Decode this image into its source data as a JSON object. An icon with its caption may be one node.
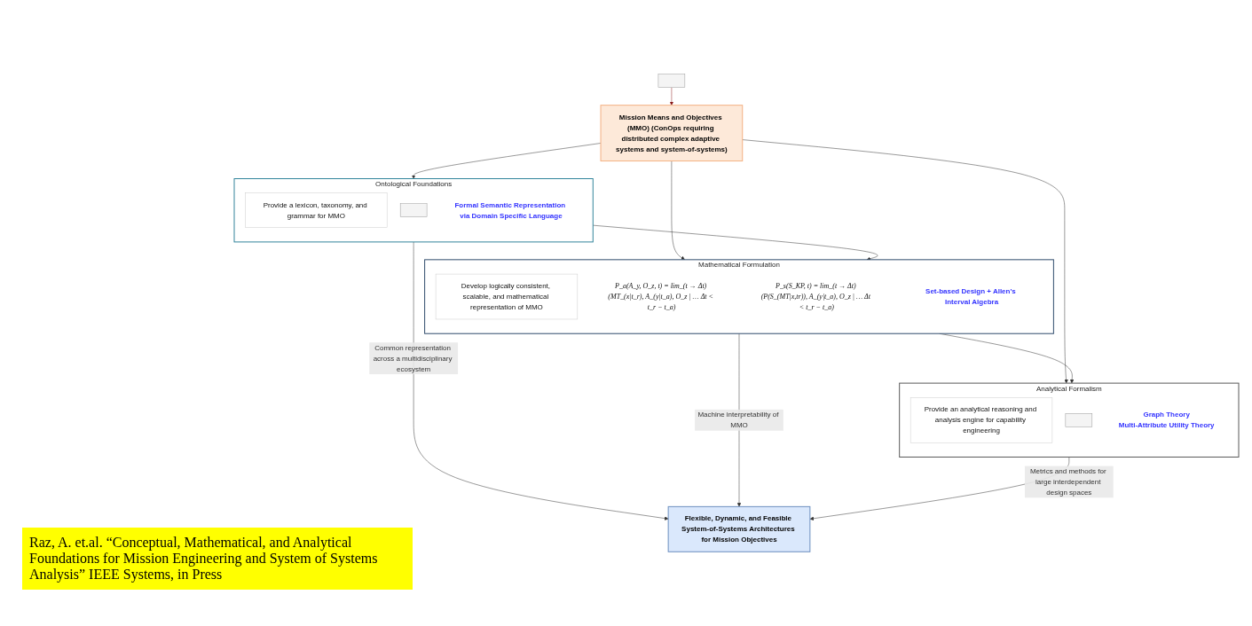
{
  "diagram": {
    "nodes": [
      {
        "text": [],
        "shape": "box"
      },
      {
        "text": [
          "Mission Means and Objectives (MMO) (ConOps requiring distributed complex adaptive systems and system-of-systems)"
        ]
      },
      {
        "text": [
          "Ontological Foundations"
        ]
      },
      {
        "text": [
          "Provide a lexicon, taxonomy, and grammar for MMO"
        ],
        "in": 2
      },
      {
        "text": [],
        "shape": "box",
        "in": 2
      },
      {
        "text": [
          "Formal Semantic Representation via Domain Specific Language"
        ],
        "in": 2
      },
      {
        "text": [
          "Mathematical Formulation"
        ]
      },
      {
        "text": [
          "Develop logically consistent, scalable, and mathematical representation of MMO"
        ],
        "in": 6
      },
      {
        "text": [
          "P_a(A_y, O_z, t) = lim_(t → Δt) (MT_(x|t_r), A_(y|t_a), O_z | … Δt < t_r − t_a)"
        ],
        "in": 6
      },
      {
        "text": [
          "P_s(S_KP, t) = lim_(t → Δt) (P(S_(MT|x,tr)), A_(y|t_a), O_z | … Δt < t_r − t_a)"
        ],
        "in": 6
      },
      {
        "text": [
          "Set-based Design + Allen's Interval Algebra"
        ],
        "in": 6
      },
      {
        "text": [
          "Analytical Formalism"
        ]
      },
      {
        "text": [
          "Provide an analytical reasoning and analysis engine for capability engineering"
        ],
        "in": 11
      },
      {
        "text": [],
        "shape": "box",
        "in": 11
      },
      {
        "text": [
          "Graph Theory",
          "Multi-Attribute Utility Theory"
        ],
        "in": 11
      },
      {
        "text": [
          "Flexible, Dynamic, and Feasible System-of-Systems Architectures for Mission Objectives"
        ]
      }
    ],
    "edges": [
      {
        "from": 0,
        "to": 1,
        "arrow": "to",
        "color": "#8b1a1a"
      },
      {
        "from": 1,
        "to": 2,
        "arrow": "to"
      },
      {
        "from": 1,
        "to": 6,
        "arrow": "to"
      },
      {
        "from": 1,
        "to": 11,
        "arrow": "to"
      },
      {
        "from": 2,
        "to": 6,
        "arrow": "to"
      },
      {
        "from": 6,
        "to": 11,
        "arrow": "to"
      },
      {
        "from": 2,
        "to": 15,
        "arrow": "to",
        "label": "Common representation across a multidisciplinary ecosystem"
      },
      {
        "from": 6,
        "to": 15,
        "arrow": "to",
        "label": "Machine interpretability of MMO"
      },
      {
        "from": 11,
        "to": 15,
        "arrow": "to",
        "label": "Metrics and methods for large interdependent design spaces"
      }
    ],
    "labels": [
      "Raz, A. et.al. “Conceptual, Mathematical, and Analytical Foundations for Mission Engineering and System of Systems Analysis” IEEE Systems, in Press"
    ]
  }
}
